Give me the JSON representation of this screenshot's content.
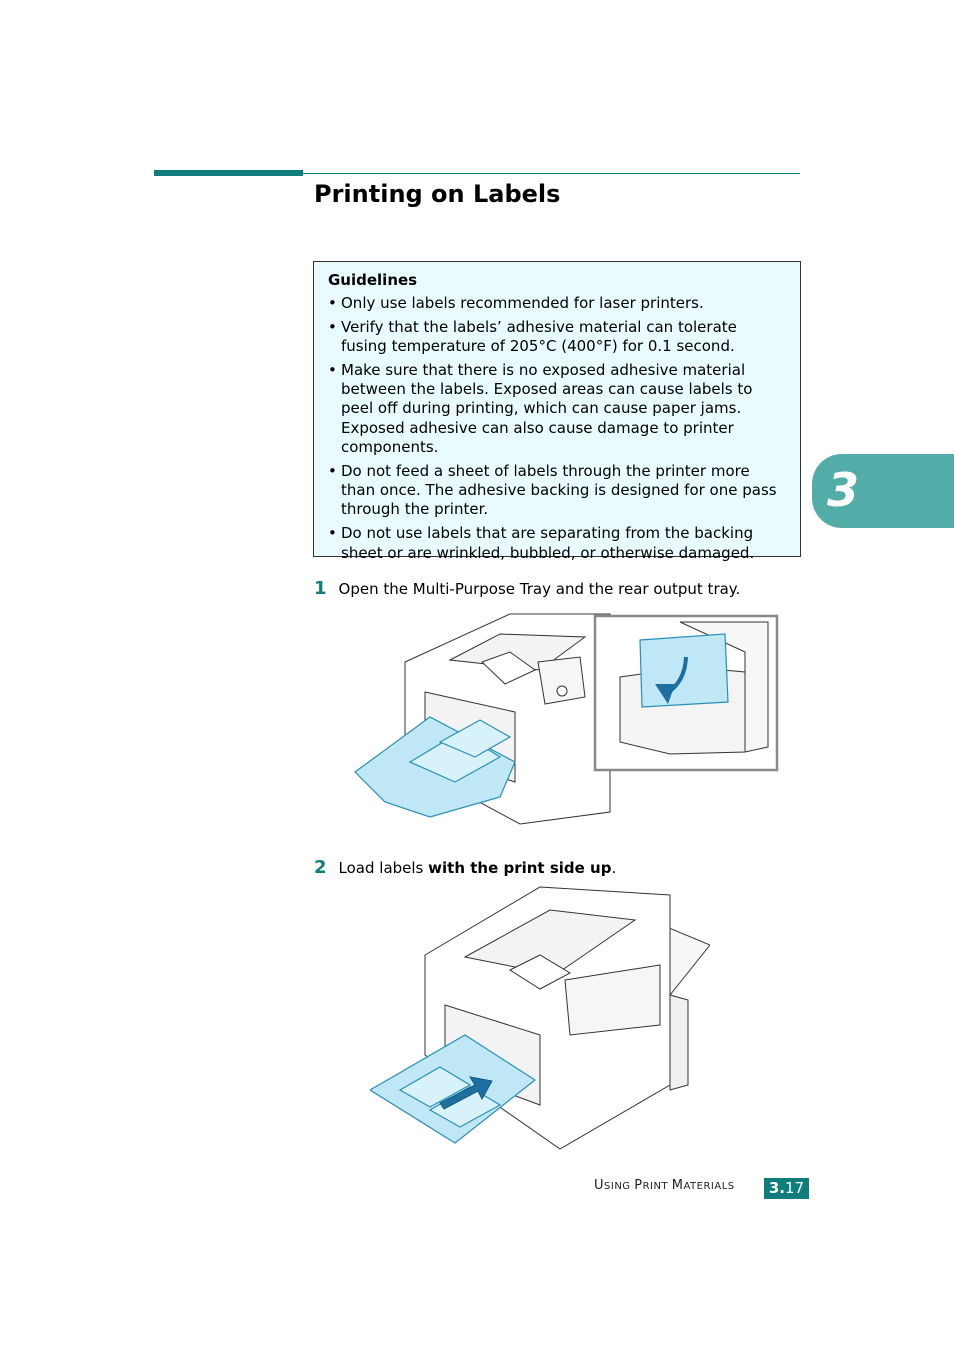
{
  "section": {
    "title": "Printing on Labels"
  },
  "guidelines": {
    "title": "Guidelines",
    "items": [
      "Only use labels recommended for laser printers.",
      "Verify that the labels’ adhesive material can tolerate fusing temperature of 205°C (400°F) for 0.1 second.",
      "Make sure that there is no exposed adhesive material between the labels. Exposed areas can cause labels to peel off during printing, which can cause paper jams. Exposed adhesive can also cause damage to printer components.",
      "Do not feed a sheet of labels through the printer more than once. The adhesive backing is designed for one pass through the printer.",
      "Do not use labels that are separating from the backing sheet or are wrinkled, bubbled, or otherwise damaged."
    ]
  },
  "chapter_tab": "3",
  "steps": [
    {
      "number": "1",
      "text": "Open the Multi-Purpose Tray and the rear output tray."
    },
    {
      "number": "2",
      "text_before": "Load labels ",
      "text_bold": "with the print side up",
      "text_after": "."
    }
  ],
  "footer": {
    "section_U": "U",
    "section_rest1": "SING ",
    "section_P": "P",
    "section_rest2": "RINT ",
    "section_M": "M",
    "section_rest3": "ATERIALS",
    "page_chapter": "3.",
    "page_num": "17"
  },
  "colors": {
    "accent": "#0e7d7b",
    "tab": "#52ada9",
    "box_bg": "#e9fcfd",
    "tray_blue": "#bfe7f5"
  }
}
